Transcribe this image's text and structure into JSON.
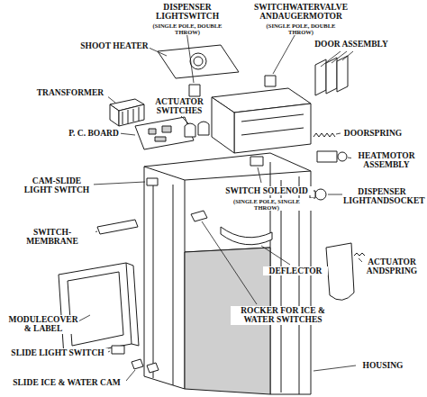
{
  "diagram": {
    "labels": [
      "DISPENSER LIGHTSWITCH",
      "(SINGLE POLE, DOUBLE THROW)",
      "SWITCHWATERVALVE ANDAUGERMOTOR",
      "(SINGLE POLE, DOUBLE THROW)",
      "SHOOT HEATER",
      "DOOR ASSEMBLY",
      "TRANSFORMER",
      "ACTUATOR SWITCHES",
      "DOORSPRING",
      "P. C. BOARD",
      "HEATMOTOR ASSEMBLY",
      "CAM-SLIDE LIGHT SWITCH",
      "SWITCH SOLENOID",
      "(SINGLE POLE, SINGLE THROW)",
      "DISPENSER LIGHTANDSOCKET",
      "SWITCH-MEMBRANE",
      "DEFLECTOR",
      "ACTUATOR ANDSPRING",
      "MODULECOVER & LABEL",
      "ROCKER FOR ICE & WATER SWITCHES",
      "SLIDE LIGHT SWITCH",
      "HOUSING",
      "SLIDE ICE & WATER CAM"
    ]
  }
}
